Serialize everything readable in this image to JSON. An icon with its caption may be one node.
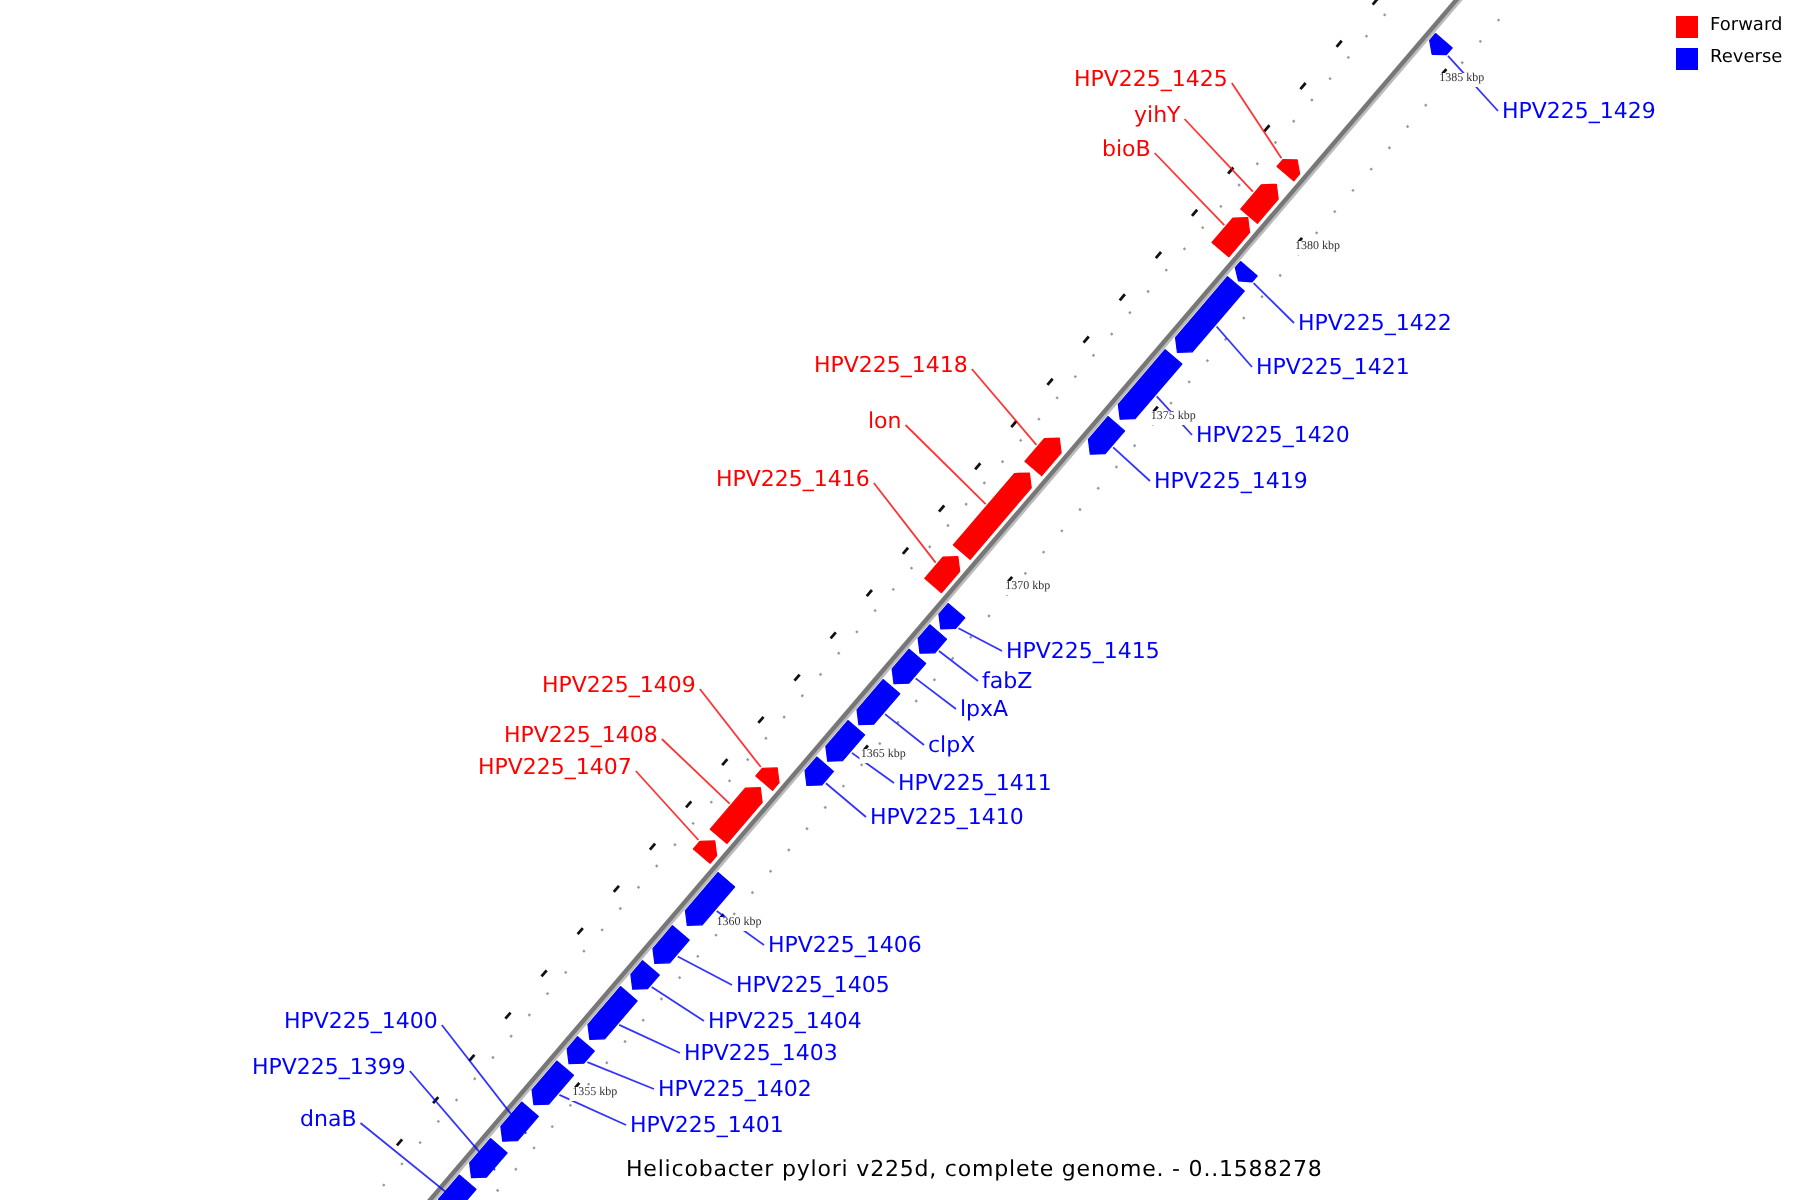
{
  "diagram": {
    "caption": "Helicobacter pylori v225d, complete genome. - 0..1588278",
    "nodes": [
      {
        "text": [
          "HPV225_1425"
        ]
      },
      {
        "text": [
          "HPV225_1429"
        ]
      },
      {
        "text": [
          "yihY"
        ]
      },
      {
        "text": [
          "bioB"
        ]
      },
      {
        "text": [
          "HPV225_1422"
        ]
      },
      {
        "text": [
          "HPV225_1418"
        ]
      },
      {
        "text": [
          "HPV225_1421"
        ]
      },
      {
        "text": [
          "lon"
        ]
      },
      {
        "text": [
          "HPV225_1420"
        ]
      },
      {
        "text": [
          "HPV225_1416"
        ]
      },
      {
        "text": [
          "HPV225_1419"
        ]
      },
      {
        "text": [
          "HPV225_1415"
        ]
      },
      {
        "text": [
          "fabZ"
        ]
      },
      {
        "text": [
          "HPV225_1409"
        ]
      },
      {
        "text": [
          "lpxA"
        ]
      },
      {
        "text": [
          "HPV225_1408"
        ]
      },
      {
        "text": [
          "clpX"
        ]
      },
      {
        "text": [
          "HPV225_1407"
        ]
      },
      {
        "text": [
          "HPV225_1411"
        ]
      },
      {
        "text": [
          "HPV225_1410"
        ]
      },
      {
        "text": [
          "HPV225_1406"
        ]
      },
      {
        "text": [
          "HPV225_1405"
        ]
      },
      {
        "text": [
          "HPV225_1400"
        ]
      },
      {
        "text": [
          "HPV225_1404"
        ]
      },
      {
        "text": [
          "HPV225_1403"
        ]
      },
      {
        "text": [
          "HPV225_1399"
        ]
      },
      {
        "text": [
          "HPV225_1402"
        ]
      },
      {
        "text": [
          "dnaB"
        ]
      },
      {
        "text": [
          "HPV225_1401"
        ]
      },
      {
        "text": [],
        "shape": "arrow"
      },
      {
        "text": [],
        "shape": "arrow"
      },
      {
        "text": [],
        "shape": "arrow"
      },
      {
        "text": [],
        "shape": "arrow"
      },
      {
        "text": [],
        "shape": "arrow"
      },
      {
        "text": [],
        "shape": "arrow"
      },
      {
        "text": [],
        "shape": "arrow"
      },
      {
        "text": [],
        "shape": "arrow"
      },
      {
        "text": [],
        "shape": "arrow"
      },
      {
        "text": [],
        "shape": "arrow"
      },
      {
        "text": [],
        "shape": "arrow"
      },
      {
        "text": [],
        "shape": "arrow"
      },
      {
        "text": [],
        "shape": "arrow"
      },
      {
        "text": [],
        "shape": "arrow"
      },
      {
        "text": [],
        "shape": "arrow"
      },
      {
        "text": [],
        "shape": "arrow"
      },
      {
        "text": [],
        "shape": "arrow"
      },
      {
        "text": [],
        "shape": "arrow"
      },
      {
        "text": [],
        "shape": "arrow"
      },
      {
        "text": [],
        "shape": "arrow"
      },
      {
        "text": [],
        "shape": "arrow"
      },
      {
        "text": [],
        "shape": "arrow"
      },
      {
        "text": [],
        "shape": "arrow"
      },
      {
        "text": [],
        "shape": "arrow"
      },
      {
        "text": [],
        "shape": "arrow"
      },
      {
        "text": [],
        "shape": "arrow"
      },
      {
        "text": [],
        "shape": "arrow"
      },
      {
        "text": [],
        "shape": "arrow"
      },
      {
        "text": [],
        "shape": "arrow"
      }
    ],
    "edges": [
      {
        "from": 0,
        "to": 29,
        "arrow": "none",
        "color": "#ff0000"
      },
      {
        "from": 1,
        "to": 30,
        "arrow": "none"
      },
      {
        "from": 2,
        "to": 31,
        "arrow": "none",
        "color": "#ff0000"
      },
      {
        "from": 3,
        "to": 32,
        "arrow": "none",
        "color": "#ff0000"
      },
      {
        "from": 4,
        "to": 33,
        "arrow": "none"
      },
      {
        "from": 5,
        "to": 34,
        "arrow": "none",
        "color": "#ff0000"
      },
      {
        "from": 6,
        "to": 35,
        "arrow": "none"
      },
      {
        "from": 7,
        "to": 36,
        "arrow": "none",
        "color": "#ff0000"
      },
      {
        "from": 8,
        "to": 37,
        "arrow": "none"
      },
      {
        "from": 9,
        "to": 38,
        "arrow": "none",
        "color": "#ff0000"
      },
      {
        "from": 10,
        "to": 39,
        "arrow": "none"
      },
      {
        "from": 11,
        "to": 40,
        "arrow": "none"
      },
      {
        "from": 12,
        "to": 41,
        "arrow": "none"
      },
      {
        "from": 13,
        "to": 42,
        "arrow": "none",
        "color": "#ff0000"
      },
      {
        "from": 14,
        "to": 43,
        "arrow": "none"
      },
      {
        "from": 15,
        "to": 44,
        "arrow": "none",
        "color": "#ff0000"
      },
      {
        "from": 16,
        "to": 45,
        "arrow": "none"
      },
      {
        "from": 17,
        "to": 46,
        "arrow": "none",
        "color": "#ff0000"
      },
      {
        "from": 18,
        "to": 47,
        "arrow": "none"
      },
      {
        "from": 19,
        "to": 48,
        "arrow": "none"
      },
      {
        "from": 20,
        "to": 49,
        "arrow": "none"
      },
      {
        "from": 21,
        "to": 50,
        "arrow": "none"
      },
      {
        "from": 22,
        "to": 51,
        "arrow": "none"
      },
      {
        "from": 23,
        "to": 52,
        "arrow": "none"
      },
      {
        "from": 24,
        "to": 53,
        "arrow": "none"
      },
      {
        "from": 25,
        "to": 54,
        "arrow": "none"
      },
      {
        "from": 26,
        "to": 55,
        "arrow": "none"
      },
      {
        "from": 27,
        "to": 56,
        "arrow": "none"
      },
      {
        "from": 28,
        "to": 57,
        "arrow": "none"
      }
    ],
    "labels": [
      "1385 kbp",
      "1380 kbp",
      "1375 kbp",
      "1370 kbp",
      "1365 kbp",
      "1360 kbp",
      "1355 kbp"
    ],
    "legend": [
      {
        "text": "Forward",
        "color": "#ff0000"
      },
      {
        "text": "Reverse",
        "color": "#0000ff"
      }
    ]
  }
}
